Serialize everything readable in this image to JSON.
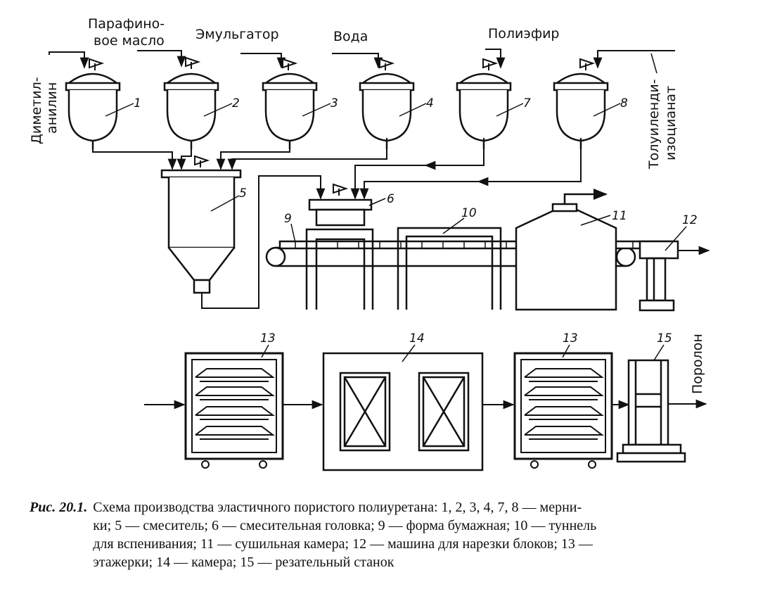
{
  "labels": {
    "dimethylaniline_1": "Диметил-",
    "dimethylaniline_2": "анилин",
    "paraffin_1": "Парафино-",
    "paraffin_2": "вое масло",
    "emulsifier": "Эмульгатор",
    "water": "Вода",
    "polyester": "Полиэфир",
    "tdi_1": "Толуиленди-",
    "tdi_2": "изоцианат",
    "foam": "Поролон"
  },
  "numbers": {
    "n1": "1",
    "n2": "2",
    "n3": "3",
    "n4": "4",
    "n7": "7",
    "n8": "8",
    "n5": "5",
    "n6": "6",
    "n9": "9",
    "n10": "10",
    "n11": "11",
    "n12": "12",
    "n13a": "13",
    "n14": "14",
    "n13b": "13",
    "n15": "15"
  },
  "caption": {
    "title": "Рис. 20.1.",
    "lines": [
      "Схема производства эластичного пористого полиуретана: 1, 2, 3, 4, 7, 8 — мерни-",
      "ки; 5 — смеситель; 6 — смесительная головка; 9 — форма бумажная; 10 — туннель",
      "для вспенивания; 11 — сушильная камера; 12 — машина для нарезки блоков; 13 —",
      "этажерки; 14 — камера; 15 — резательный станок"
    ]
  }
}
